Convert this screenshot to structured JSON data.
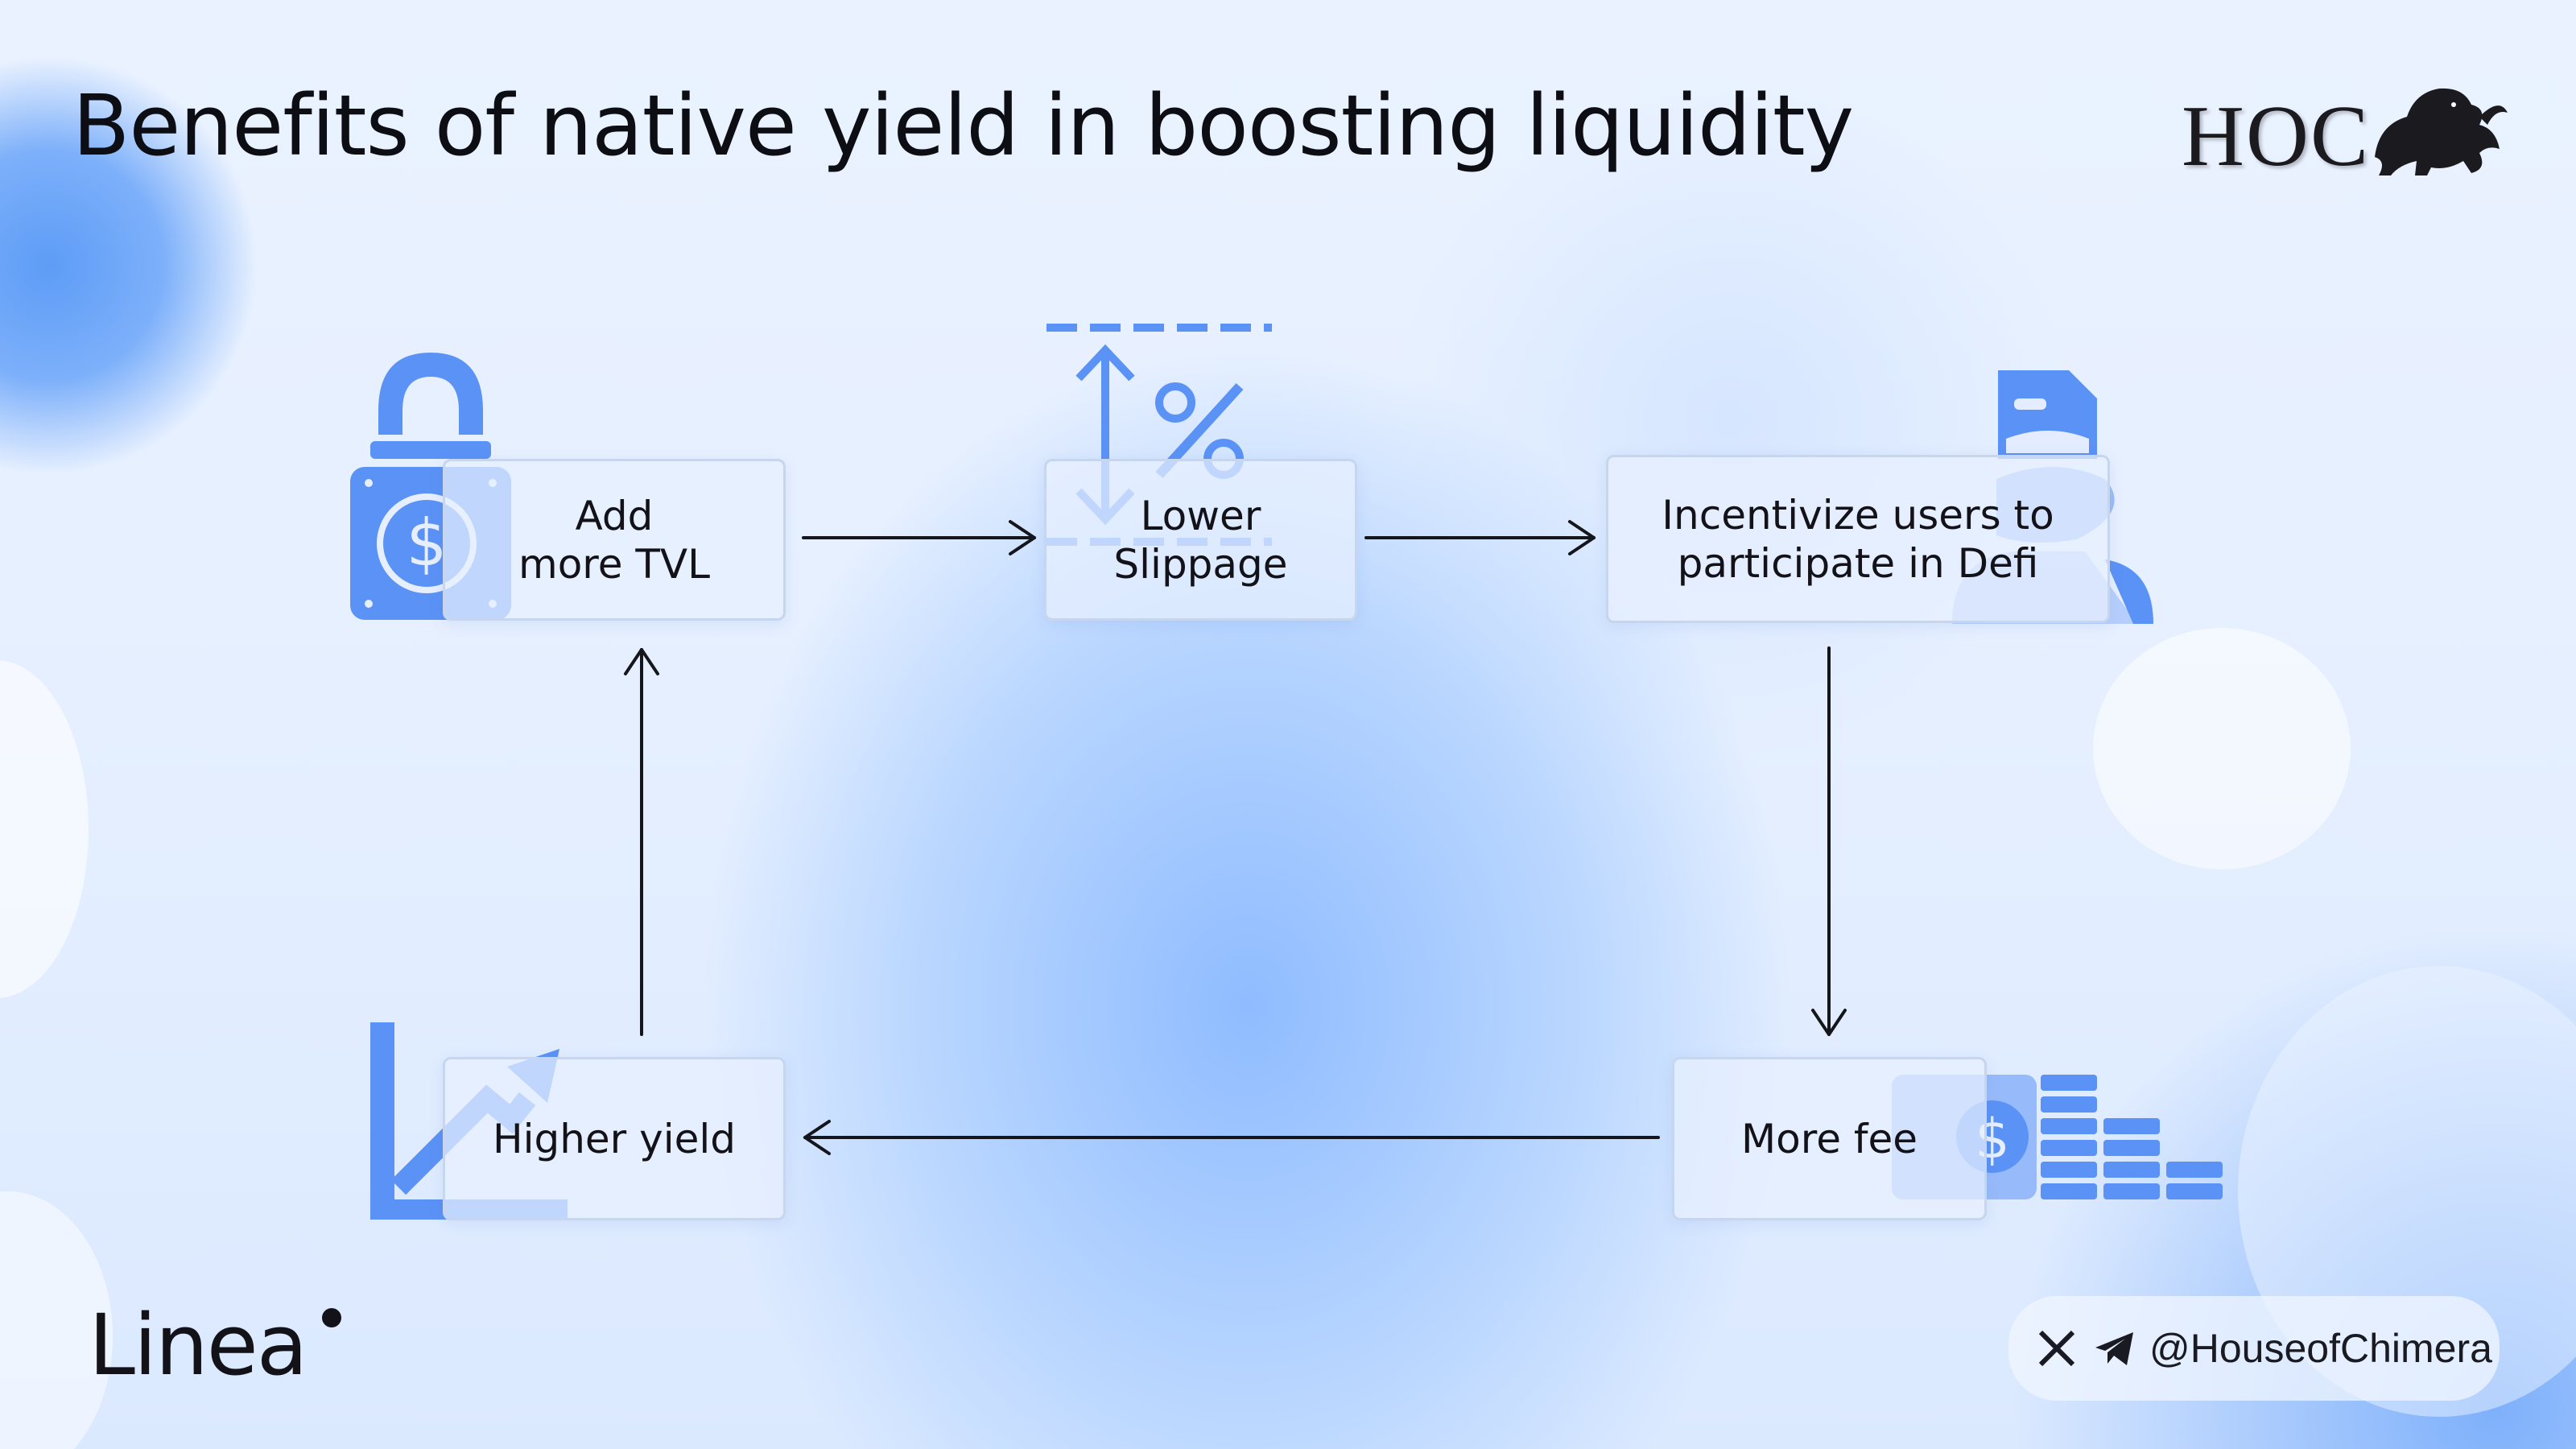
{
  "page": {
    "title": "Benefits of native yield in boosting liquidity",
    "brand_logo_text": "HOC",
    "footer_logo_text": "Linea",
    "social_handle": "@HouseofChimera",
    "social_icons": [
      "x-icon",
      "telegram-icon"
    ]
  },
  "diagram": {
    "nodes": [
      {
        "id": "add-tvl",
        "label": "Add\nmore TVL",
        "icon": "lock-dollar-icon"
      },
      {
        "id": "lower-slippage",
        "label": "Lower\nSlippage",
        "icon": "percent-arrows-icon"
      },
      {
        "id": "incentivize",
        "label": "Incentivize users to\nparticipate in Defi",
        "icon": "user-badge-icon"
      },
      {
        "id": "more-fee",
        "label": "More fee",
        "icon": "money-stack-icon"
      },
      {
        "id": "higher-yield",
        "label": "Higher yield",
        "icon": "growth-chart-icon"
      }
    ],
    "edges": [
      {
        "from": "add-tvl",
        "to": "lower-slippage"
      },
      {
        "from": "lower-slippage",
        "to": "incentivize"
      },
      {
        "from": "incentivize",
        "to": "more-fee"
      },
      {
        "from": "more-fee",
        "to": "higher-yield"
      },
      {
        "from": "higher-yield",
        "to": "add-tvl"
      }
    ]
  },
  "colors": {
    "accent": "#5b92f5",
    "text": "#121218",
    "box_border": "#c6d6ee"
  }
}
